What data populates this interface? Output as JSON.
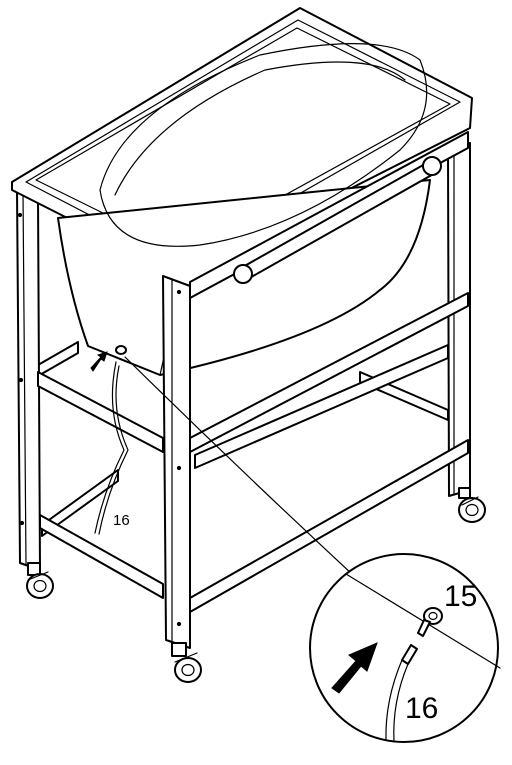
{
  "diagram": {
    "callouts": {
      "hose_small": "16",
      "plug_large": "15",
      "hose_large": "16"
    },
    "colors": {
      "line": "#000000",
      "fill": "#ffffff"
    }
  }
}
